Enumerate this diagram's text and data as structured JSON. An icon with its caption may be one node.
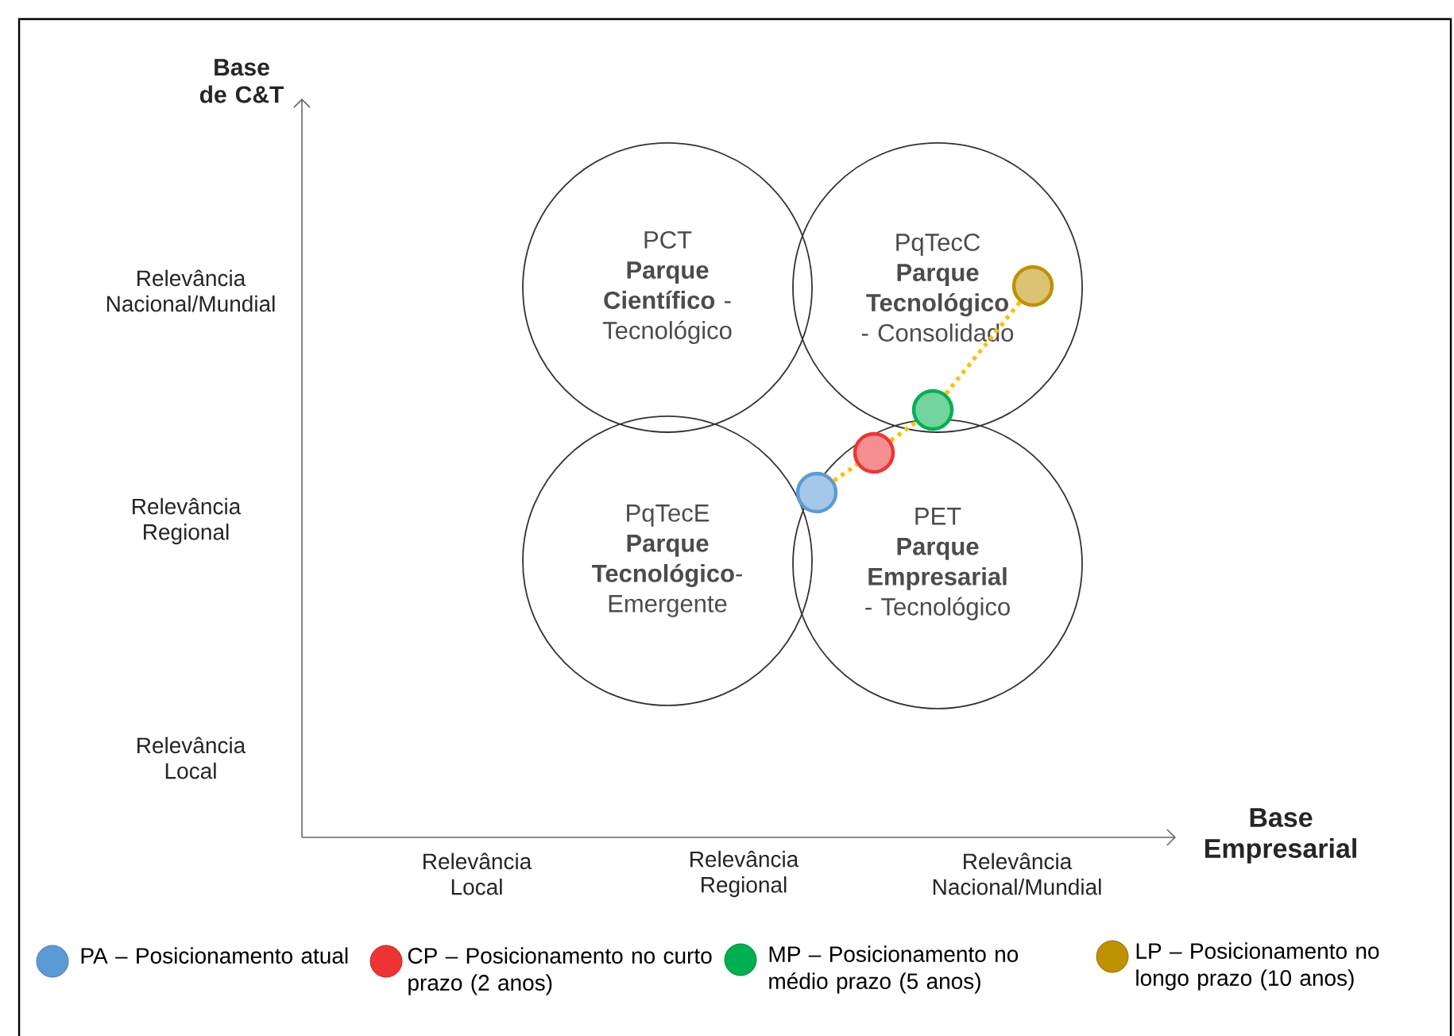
{
  "diagram": {
    "nodes": [
      {
        "text": [
          "PCT",
          "**Parque Científico** - Tecnológico"
        ]
      },
      {
        "text": [
          "PqTecC",
          "**Parque Tecnológico** - Consolidado"
        ]
      },
      {
        "text": [
          "PqTecE",
          "**Parque Tecnológico**-Emergente"
        ]
      },
      {
        "text": [
          "PET",
          "**Parque Empresarial** - Tecnológico"
        ]
      },
      {
        "text": [],
        "shape": "circle",
        "in": 3
      },
      {
        "text": [],
        "shape": "circle",
        "in": 3
      },
      {
        "text": [],
        "shape": "circle",
        "in": 1
      },
      {
        "text": [],
        "shape": "circle",
        "in": 1
      }
    ],
    "edges": [
      {
        "from": 4,
        "to": 5,
        "arrow": "none",
        "style": "dashed",
        "color": "#ffc000"
      },
      {
        "from": 5,
        "to": 6,
        "arrow": "none",
        "style": "dashed",
        "color": "#ffc000"
      },
      {
        "from": 6,
        "to": 7,
        "arrow": "none",
        "style": "dashed",
        "color": "#ffc000"
      }
    ],
    "labels": [
      "Base de C&T",
      "Relevância Nacional/Mundial",
      "Relevância Regional",
      "Relevância Local",
      "Base Empresarial",
      "Relevância Local",
      "Relevância Regional",
      "Relevância Nacional/Mundial"
    ],
    "legend": [
      {
        "text": "PA – Posicionamento atual",
        "color": "#5b9bd5"
      },
      {
        "text": "CP – Posicionamento no curto prazo (2 anos)",
        "color": "#ee3333"
      },
      {
        "text": "MP – Posicionamento no médio prazo (5 anos)",
        "color": "#00b050"
      },
      {
        "text": "LP – Posicionamento no longo prazo (10 anos)",
        "color": "#bf9000"
      }
    ]
  }
}
